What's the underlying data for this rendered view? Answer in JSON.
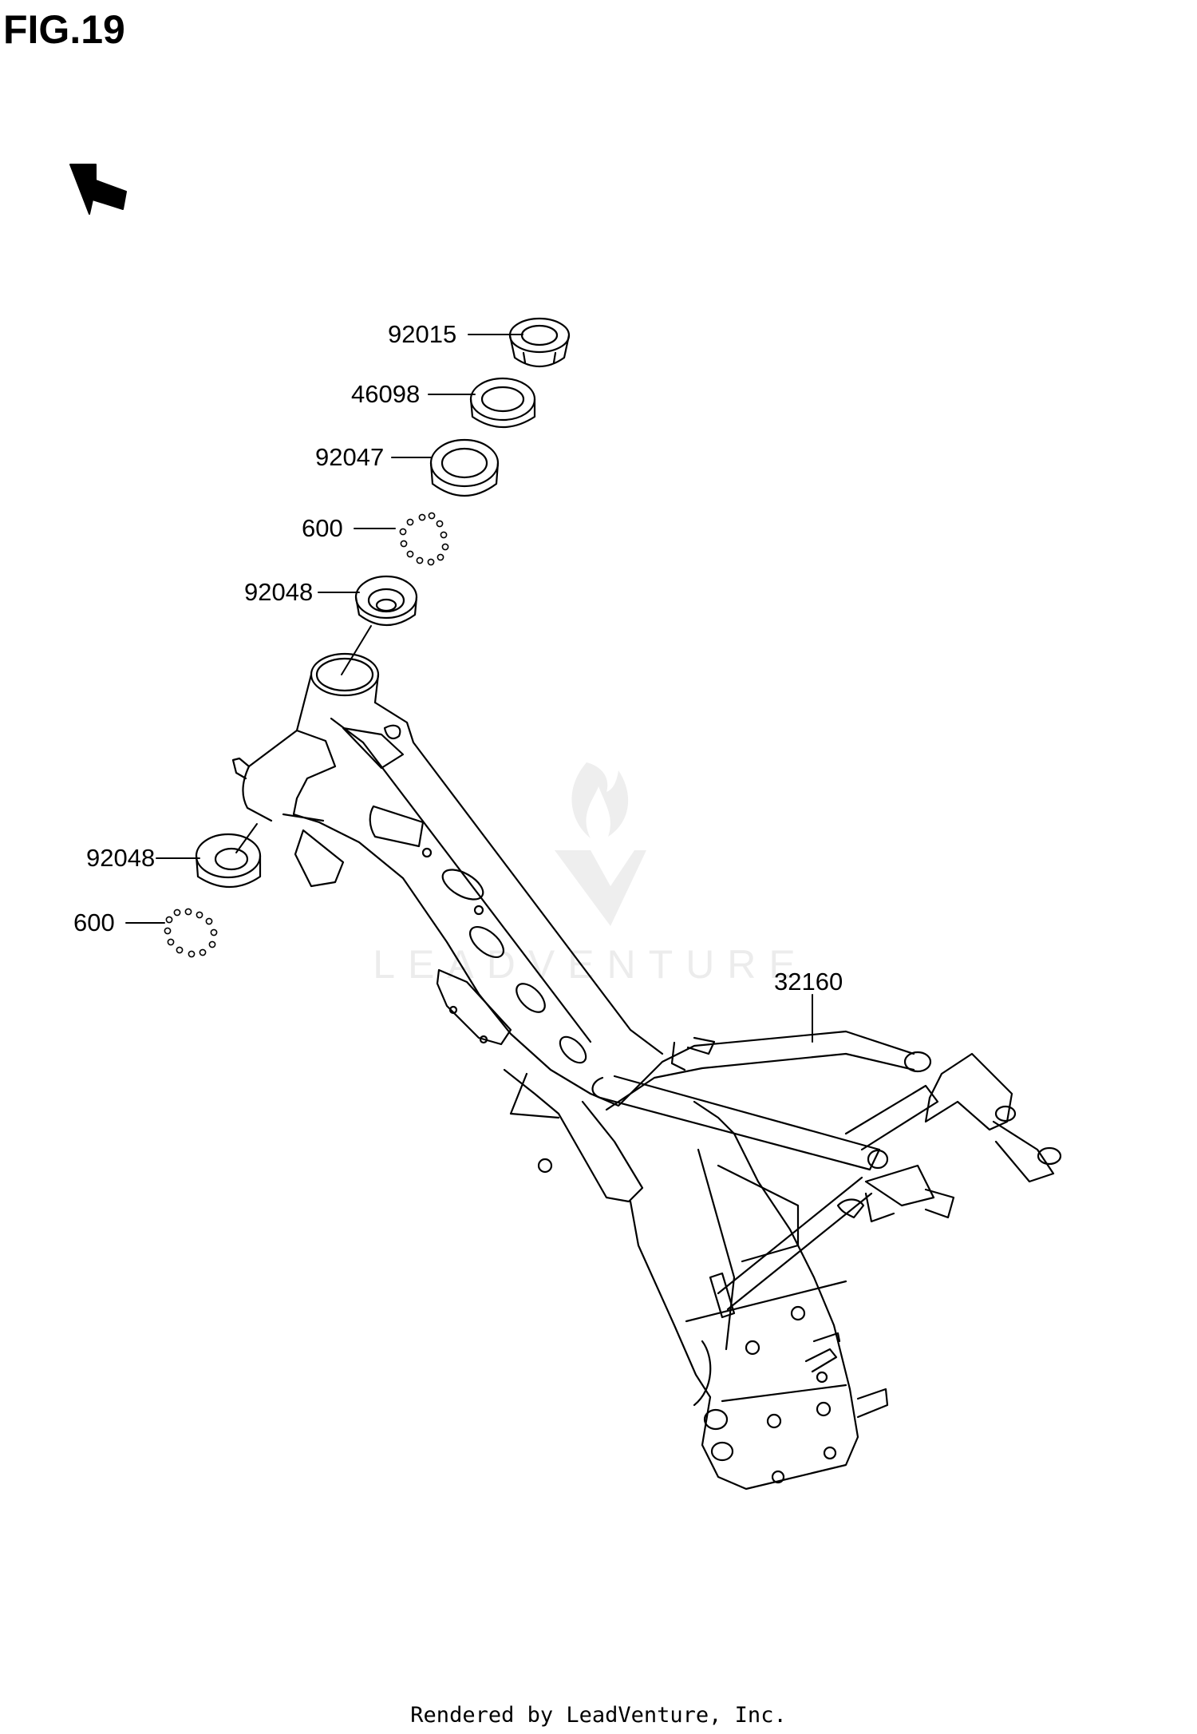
{
  "figure": {
    "title": "FIG.19",
    "fwd_arrow_label": "FWD"
  },
  "parts": [
    {
      "label": "92015"
    },
    {
      "label": "46098"
    },
    {
      "label": "92047"
    },
    {
      "label": "600"
    },
    {
      "label": "92048"
    },
    {
      "label": "92048"
    },
    {
      "label": "600"
    },
    {
      "label": "32160"
    }
  ],
  "watermark": {
    "text": "LEADVENTURE"
  },
  "footer": {
    "text": "Rendered by LeadVenture, Inc."
  }
}
